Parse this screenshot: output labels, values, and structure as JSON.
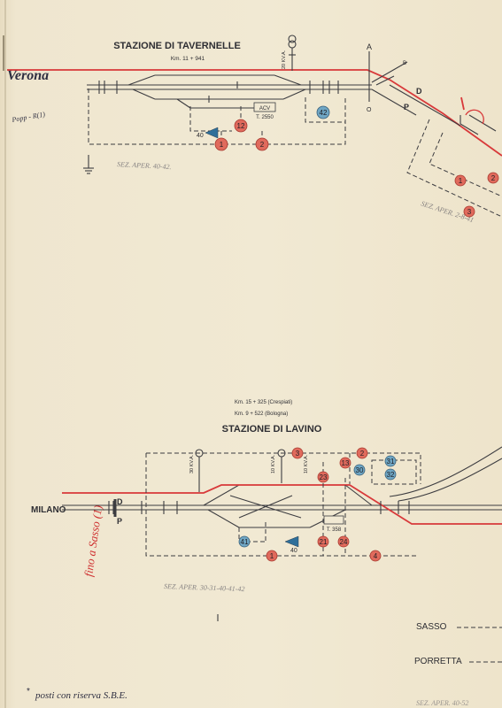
{
  "top_station": {
    "title": "STAZIONE DI TAVERNELLE",
    "km": "Km. 11 + 941",
    "origin": "Verona",
    "vertical_note": "20 KV.A.",
    "mark_a": "A",
    "mark_o": "O",
    "mark_b": "B",
    "annotation": "SEZ. APER. 40-42.",
    "side_note": "Popp - R(1)",
    "counter_label": "ACV",
    "counter_ref": "T. 2550",
    "small_40": "40",
    "signals": [
      "1",
      "2",
      "12",
      "42"
    ],
    "track_labels": [
      "D",
      "P"
    ]
  },
  "right_fragment": {
    "annotation": "SEZ. APER. 2-8-41",
    "signals": [
      "1",
      "2",
      "3"
    ]
  },
  "bottom_station": {
    "km1": "Km. 15 + 325 (Crespiati)",
    "km2": "Km. 9 + 522 (Bologna)",
    "title": "STAZIONE DI LAVINO",
    "origin": "MILANO",
    "track_d": "D",
    "track_p": "P",
    "vertical_note1": "30 KV.A.",
    "vertical_note2": "10 KV.A.",
    "vertical_note3": "10 KV.A.",
    "counter_ref": "T. 358",
    "small_40": "40",
    "annotation": "SEZ. APER. 30-31-40-41-42",
    "side_note": "fino a Sasso (1)",
    "signals_red": [
      "3",
      "13",
      "2",
      "23",
      "1",
      "4",
      "21",
      "24"
    ],
    "signals_blue": [
      "31",
      "30",
      "32",
      "41"
    ]
  },
  "destinations": {
    "sasso": "SASSO",
    "porretta": "PORRETTA"
  },
  "footer": {
    "note": "posti con riserva S.B.E.",
    "bottom_annotation": "SEZ. APER. 40-52"
  }
}
